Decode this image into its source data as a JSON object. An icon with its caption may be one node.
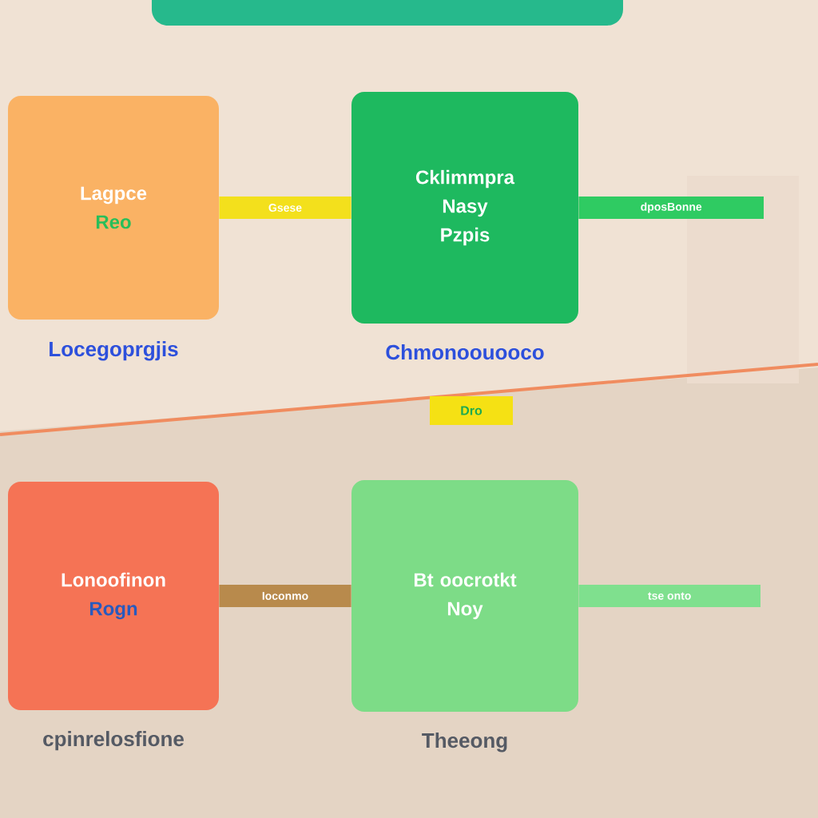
{
  "diagram": {
    "nodes": [
      {
        "text": [
          "Lagpce",
          "Reo"
        ],
        "beside": [
          "Locegoprgjis"
        ]
      },
      {
        "text": [
          "Cklimmpra",
          "Nasy",
          "Pzpis"
        ],
        "beside": [
          "Chmonoouooco"
        ]
      },
      {
        "text": [
          "Lonoofinon",
          "Rogn"
        ],
        "beside": [
          "cpinrelosfione"
        ]
      },
      {
        "text": [
          "Bt oocrotkt",
          "Noy"
        ],
        "beside": [
          "Theeong"
        ]
      }
    ],
    "edges": [
      {
        "from": 0,
        "to": 1,
        "arrow": "none",
        "label": "Gsese",
        "color": "#f3e01c"
      },
      {
        "from": 1,
        "to": null,
        "arrow": "none",
        "label": "dposBonne",
        "color": "#2fcb62"
      },
      {
        "from": 2,
        "to": 3,
        "arrow": "none",
        "label": "Ioconmo",
        "color": "#b88a4c"
      },
      {
        "from": 3,
        "to": null,
        "arrow": "none",
        "label": "tse onto",
        "color": "#7fe08e"
      }
    ],
    "labels": [
      "Dro"
    ]
  }
}
